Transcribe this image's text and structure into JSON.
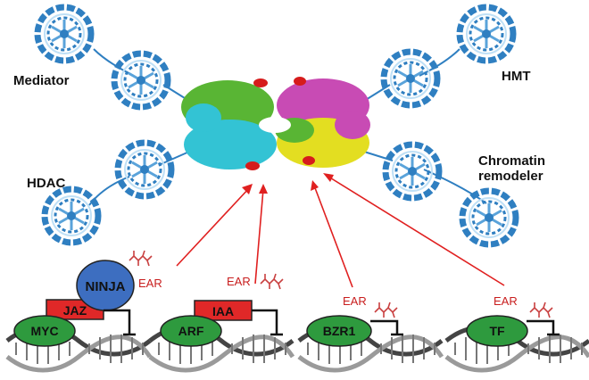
{
  "labels": {
    "mediator": "Mediator",
    "hmt": "HMT",
    "hdac": "HDAC",
    "chromatin_line1": "Chromatin",
    "chromatin_line2": "remodeler",
    "ear": "EAR"
  },
  "complexes": [
    {
      "protein": "MYC",
      "adaptor": "JAZ",
      "corepressor": "NINJA"
    },
    {
      "protein": "ARF",
      "adaptor": "IAA"
    },
    {
      "protein": "BZR1"
    },
    {
      "protein": "TF"
    }
  ],
  "colors": {
    "ring_blue": "#2f7fc1",
    "tpl_cyan": "#33c3d4",
    "tpl_green": "#59b534",
    "tpl_magenta": "#c84bb4",
    "tpl_yellow": "#e3de21",
    "ear_red": "#d61c1c",
    "arrow_red": "#e02020",
    "ear_text": "#c81e1e",
    "ninja_blue": "#3d6ec0",
    "green_tf": "#2e9a3e",
    "adaptor_red": "#e02828"
  }
}
